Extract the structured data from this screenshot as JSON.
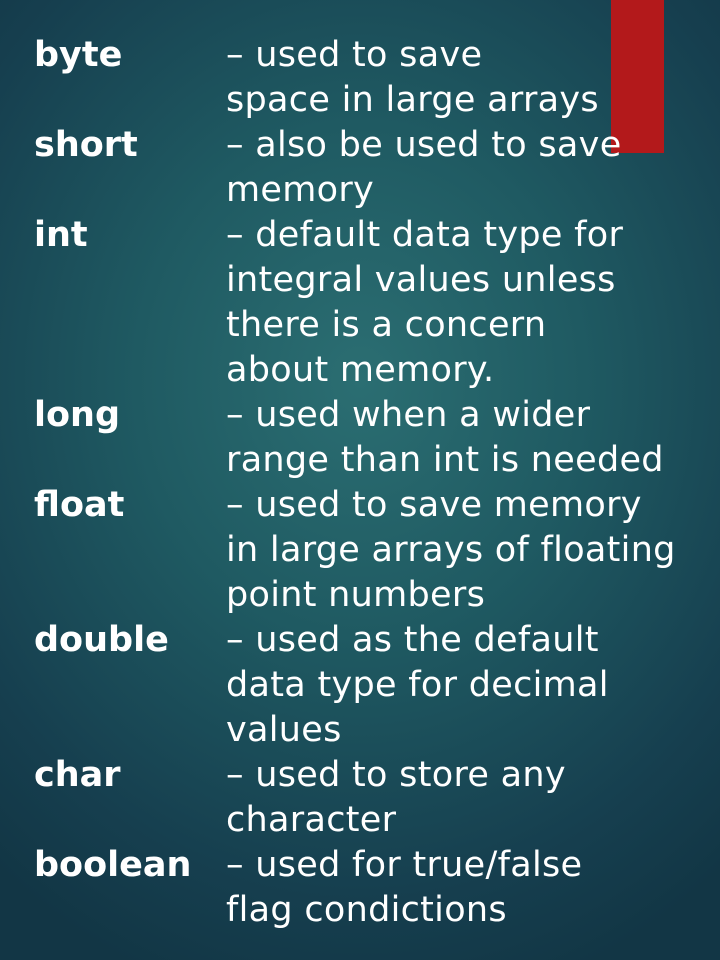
{
  "slide": {
    "accent_color": "#b3191b",
    "background_color": "#1f5a62",
    "entries": [
      {
        "term": "byte",
        "lines": [
          "– used to save",
          "space in large arrays"
        ]
      },
      {
        "term": "short",
        "lines": [
          "– also be used to save",
          "memory"
        ]
      },
      {
        "term": "int",
        "lines": [
          "– default data type for",
          "integral values unless",
          "there is a concern",
          "about memory."
        ]
      },
      {
        "term": "long",
        "lines": [
          "– used when a wider",
          "range than int is needed"
        ]
      },
      {
        "term": "float",
        "lines": [
          "– used to save memory",
          "in large arrays of floating",
          "point numbers"
        ]
      },
      {
        "term": "double",
        "lines": [
          "– used as the default",
          "data type for decimal",
          "values"
        ]
      },
      {
        "term": "char",
        "lines": [
          "– used to store any",
          "character"
        ]
      },
      {
        "term": "boolean",
        "lines": [
          "– used for true/false",
          "flag condictions"
        ]
      }
    ]
  }
}
